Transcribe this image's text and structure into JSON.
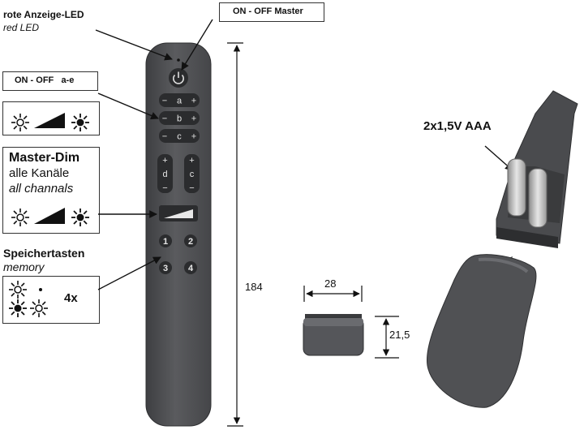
{
  "labels": {
    "red_led_de": "rote Anzeige-LED",
    "red_led_en": "red LED",
    "on_off_master": "ON - OFF  Master",
    "on_off_ae": "ON - OFF   a-e",
    "master_dim": "Master-Dim",
    "alle_kanaele": "alle Kanäle",
    "all_channals": "all channals",
    "speichertasten": "Speichertasten",
    "memory": "memory",
    "four_x": "4x",
    "battery": "2x1,5V AAA",
    "dim_184": "184",
    "dim_28": "28",
    "dim_215": "21,5"
  },
  "remote": {
    "minus": "−",
    "plus": "+",
    "channel_rows": [
      "a",
      "b",
      "c"
    ],
    "group_left": "d",
    "group_right": "c",
    "memory_buttons": [
      "1",
      "2",
      "3",
      "4"
    ]
  },
  "icons": [
    "sun-icon",
    "power-icon",
    "dim-wedge-icon",
    "arrow-icon"
  ],
  "colors": {
    "remote_body": "#505154",
    "button": "#2b2c2e",
    "battery_holder": "#3a3b3d",
    "text": "#111111"
  }
}
